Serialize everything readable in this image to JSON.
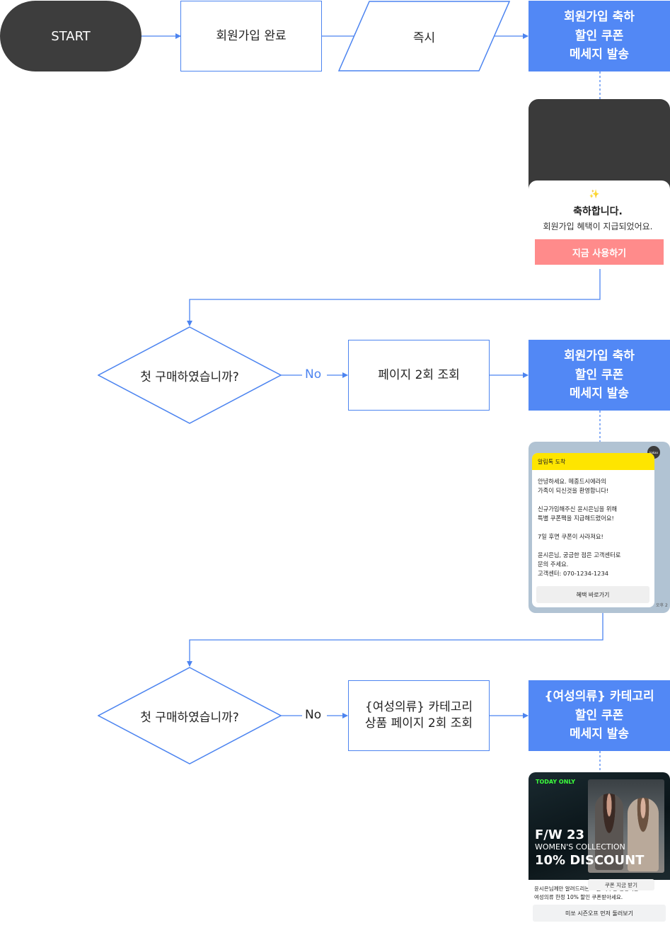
{
  "flow": {
    "start": "START",
    "signup_complete": "회원가입 완료",
    "immediate": "즉시",
    "message1": "회원가입 축하\n할인 쿠폰\n메세지 발송",
    "decision1": "첫 구매하였습니까?",
    "no1": "No",
    "page_view1": "페이지 2회 조회",
    "message2": "회원가입 축하\n할인 쿠폰\n메세지 발송",
    "decision2": "첫 구매하였습니까?",
    "no2": "No",
    "page_view2": "{여성의류} 카테고리\n상품 페이지 2회 조회",
    "message3": "{여성의류} 카테고리\n할인 쿠폰\n메세지 발송"
  },
  "card1": {
    "sparkle": "✨",
    "title": "축하합니다.",
    "subtitle": "회원가입 혜택이 지급되었어요.",
    "button": "지금 사용하기"
  },
  "card2": {
    "badge": "kakao",
    "header": "알림톡 도착",
    "body": "안녕하세요. 메종드시에라의\n가족이 되신것을 환영합니다!\n\n신규가입해주신 윤시은님을 위해\n특별 쿠폰팩을 지급해드렸어요!\n\n7일 후면 쿠폰이 사라져요!\n\n윤시은님, 궁금한 점은 고객센터로\n문의 주세요.\n고객센터: 070-1234-1234",
    "button": "혜택 바로가기",
    "time": "오후 2"
  },
  "card3": {
    "tag": "TODAY ONLY",
    "headline": "F/W 23",
    "collection": "WOMEN'S COLLECTION",
    "discount": "10% DISCOUNT",
    "coupon_button": "쿠폰 지금 받기",
    "text": "윤시은님께만 알려드리는 오늘 하루만 진행되는\n여성의류 한정 10% 할인 쿠폰받아세요.",
    "button": "미쏘 시즌오프 먼저 둘러보기"
  },
  "colors": {
    "accent": "#5288f5",
    "connector": "#4c84f0",
    "dark": "#3d3d3d",
    "coupon_button": "#ff8b8b",
    "kakao_yellow": "#fee500"
  }
}
